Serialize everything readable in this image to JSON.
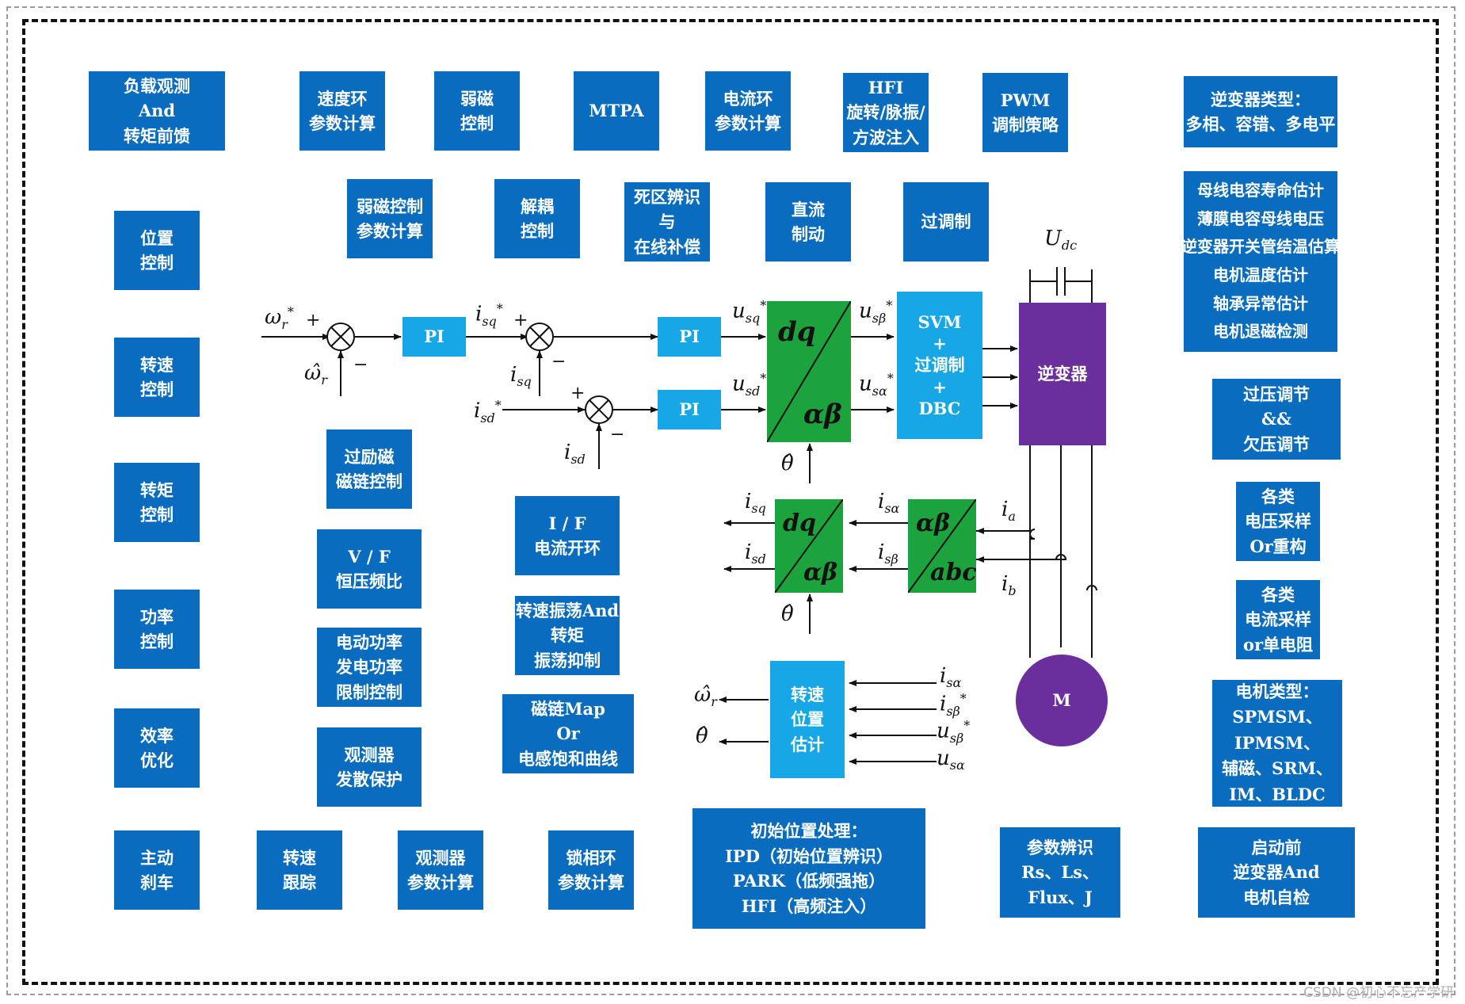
{
  "blocks": {
    "load_observe": [
      "负载观测",
      "And",
      "转矩前馈"
    ],
    "speed_loop_params": [
      "速度环",
      "参数计算"
    ],
    "field_weakening": [
      "弱磁",
      "控制"
    ],
    "mtpa": [
      "MTPA"
    ],
    "current_loop_params": [
      "电流环",
      "参数计算"
    ],
    "hfi": [
      "HFI",
      "旋转/脉振/",
      "方波注入"
    ],
    "pwm_strategy": [
      "PWM",
      "调制策略"
    ],
    "inverter_type": [
      "逆变器类型：",
      "多相、容错、多电平"
    ],
    "fw_params": [
      "弱磁控制",
      "参数计算"
    ],
    "decoupling": [
      "解耦",
      "控制"
    ],
    "deadtime": [
      "死区辨识",
      "与",
      "在线补偿"
    ],
    "dc_braking": [
      "直流",
      "制动"
    ],
    "overmodulation": [
      "过调制"
    ],
    "health_list": [
      "母线电容寿命估计",
      "薄膜电容母线电压",
      "逆变器开关管结温估算",
      "电机温度估计",
      "轴承异常估计",
      "电机退磁检测"
    ],
    "position_ctrl": [
      "位置",
      "控制"
    ],
    "speed_ctrl": [
      "转速",
      "控制"
    ],
    "torque_ctrl": [
      "转矩",
      "控制"
    ],
    "power_ctrl": [
      "功率",
      "控制"
    ],
    "efficiency_opt": [
      "效率",
      "优化"
    ],
    "active_brake": [
      "主动",
      "刹车"
    ],
    "speed_tracking": [
      "转速",
      "跟踪"
    ],
    "observer_params": [
      "观测器",
      "参数计算"
    ],
    "pll_params": [
      "锁相环",
      "参数计算"
    ],
    "overvoltage": [
      "过压调节",
      "&&",
      "欠压调节"
    ],
    "voltage_sampling": [
      "各类",
      "电压采样",
      "Or重构"
    ],
    "current_sampling": [
      "各类",
      "电流采样",
      "or单电阻"
    ],
    "motor_type": [
      "电机类型：",
      "SPMSM、",
      "IPMSM、",
      "辅磁、SRM、",
      "IM、BLDC"
    ],
    "pre_start": [
      "启动前",
      "逆变器And",
      "电机自检"
    ],
    "over_excitation": [
      "过励磁",
      "磁链控制"
    ],
    "vf": [
      "V / F",
      "恒压频比"
    ],
    "power_limit": [
      "电动功率",
      "发电功率",
      "限制控制"
    ],
    "observer_protect": [
      "观测器",
      "发散保护"
    ],
    "if_openloop": [
      "I / F",
      "电流开环"
    ],
    "speed_osc": [
      "转速振荡And",
      "转矩",
      "振荡抑制"
    ],
    "flux_map": [
      "磁链Map",
      "Or",
      "电感饱和曲线"
    ],
    "initial_position": [
      "初始位置处理：",
      "IPD（初始位置辨识）",
      "PARK（低频强拖）",
      "HFI（高频注入）"
    ],
    "param_ident": [
      "参数辨识",
      "Rs、Ls、",
      "Flux、J"
    ],
    "pi_speed": [
      "PI"
    ],
    "pi_iq": [
      "PI"
    ],
    "pi_id": [
      "PI"
    ],
    "svm": [
      "SVM",
      "+",
      "过调制",
      "+",
      "DBC"
    ],
    "inverter": [
      "逆变器"
    ],
    "speed_pos_est": [
      "转速",
      "位置",
      "估计"
    ],
    "motor": [
      "M"
    ]
  },
  "transforms": {
    "dq_ab_top": {
      "a": "dq",
      "b": "αβ"
    },
    "dq_ab_bottom": {
      "a": "dq",
      "b": "αβ"
    },
    "ab_abc": {
      "a": "αβ",
      "b": "abc"
    }
  },
  "signals": {
    "omega_ref": "ω",
    "omega_ref_sub": "r",
    "omega_hat": "ω̂",
    "omega_hat_sub": "r",
    "isq_ref": "i",
    "isq_ref_sub": "sq",
    "isq": "i",
    "isq_sub": "sq",
    "isd_ref": "i",
    "isd_ref_sub": "sd",
    "isd": "i",
    "isd_sub": "sd",
    "usq_ref": "u",
    "usq_ref_sub": "sq",
    "usd_ref": "u",
    "usd_ref_sub": "sd",
    "usb_ref": "u",
    "usb_ref_sub": "sβ",
    "usa_ref": "u",
    "usa_ref_sub": "sα",
    "theta_hat": "θ̂",
    "isa": "i",
    "isa_sub": "sα",
    "isb": "i",
    "isb_sub": "sβ",
    "ia": "i",
    "ia_sub": "a",
    "ib": "i",
    "ib_sub": "b",
    "udc": "U",
    "udc_sub": "dc",
    "star": "*",
    "plus": "+",
    "minus": "−"
  },
  "watermark": "CSDN @初心不忘产学研"
}
